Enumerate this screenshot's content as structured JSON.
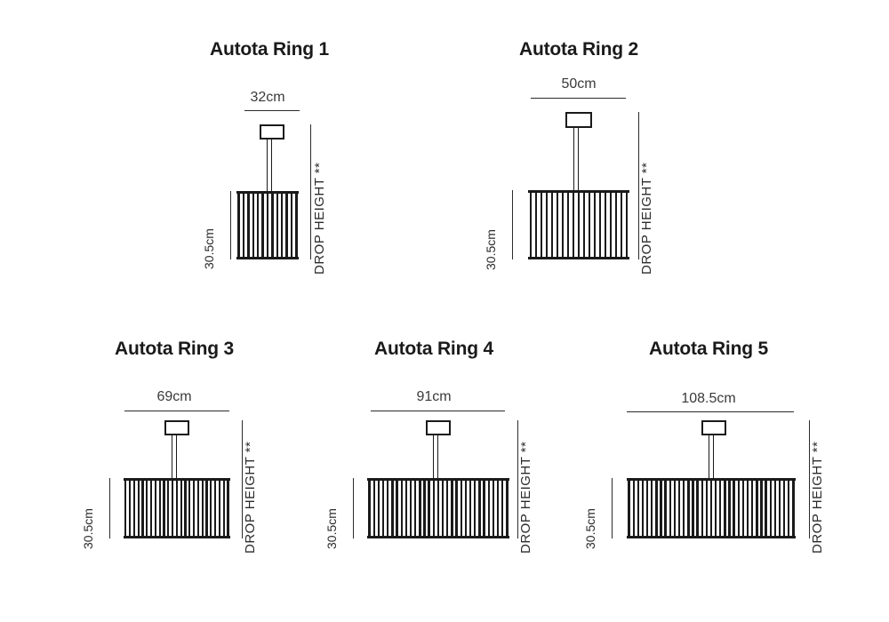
{
  "page": {
    "background_color": "#ffffff",
    "line_color": "#1a1a1a",
    "text_color": "#2b2b2b"
  },
  "labels": {
    "height_label": "30.5cm",
    "drop_height_label": "DROP HEIGHT **"
  },
  "fixtures": [
    {
      "id": "autota-ring-1",
      "title": "Autota Ring 1",
      "width_label": "32cm",
      "height_label": "30.5cm",
      "drop_height_label": "DROP HEIGHT **",
      "diameter_cm": 32,
      "height_cm": 30.5,
      "slat_count": 13
    },
    {
      "id": "autota-ring-2",
      "title": "Autota Ring 2",
      "width_label": "50cm",
      "height_label": "30.5cm",
      "drop_height_label": "DROP HEIGHT **",
      "diameter_cm": 50,
      "height_cm": 30.5,
      "slat_count": 19
    },
    {
      "id": "autota-ring-3",
      "title": "Autota Ring 3",
      "width_label": "69cm",
      "height_label": "30.5cm",
      "drop_height_label": "DROP HEIGHT **",
      "diameter_cm": 69,
      "height_cm": 30.5,
      "slat_count": 25
    },
    {
      "id": "autota-ring-4",
      "title": "Autota Ring 4",
      "width_label": "91cm",
      "height_label": "30.5cm",
      "drop_height_label": "DROP HEIGHT **",
      "diameter_cm": 91,
      "height_cm": 30.5,
      "slat_count": 31
    },
    {
      "id": "autota-ring-5",
      "title": "Autota Ring 5",
      "width_label": "108.5cm",
      "height_label": "30.5cm",
      "drop_height_label": "DROP HEIGHT **",
      "diameter_cm": 108.5,
      "height_cm": 30.5,
      "slat_count": 37
    }
  ]
}
